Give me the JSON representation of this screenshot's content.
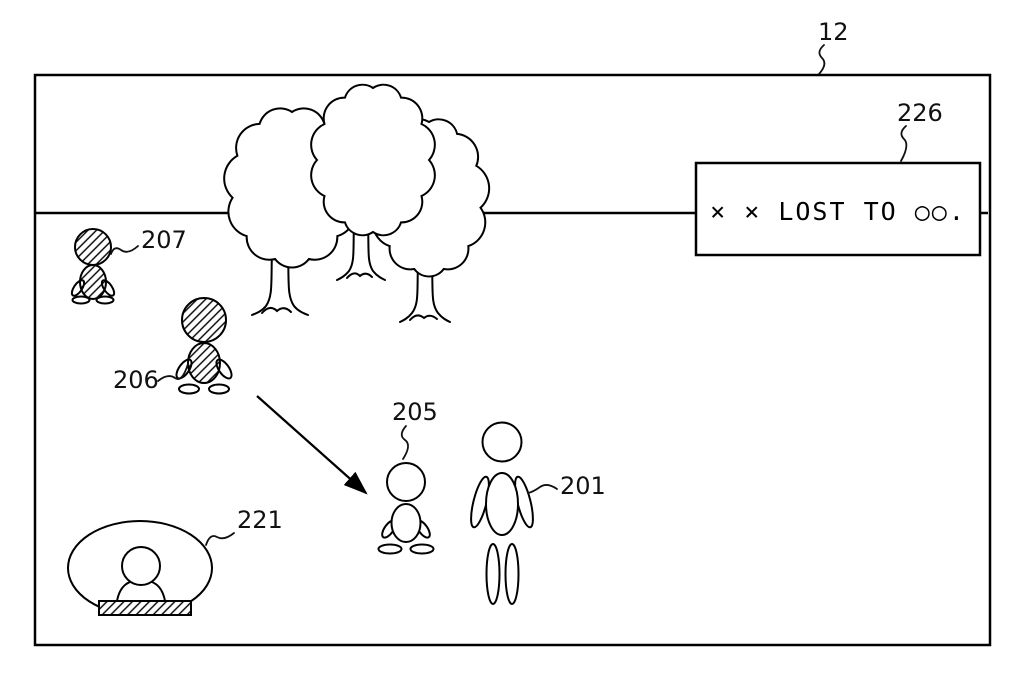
{
  "figure": {
    "frame_label": "12",
    "notice": {
      "label": "226",
      "text": "× × LOST TO ○○."
    },
    "labels": {
      "child_back": "207",
      "child_pointing": "206",
      "child_front": "205",
      "player": "201",
      "dome": "221"
    }
  }
}
